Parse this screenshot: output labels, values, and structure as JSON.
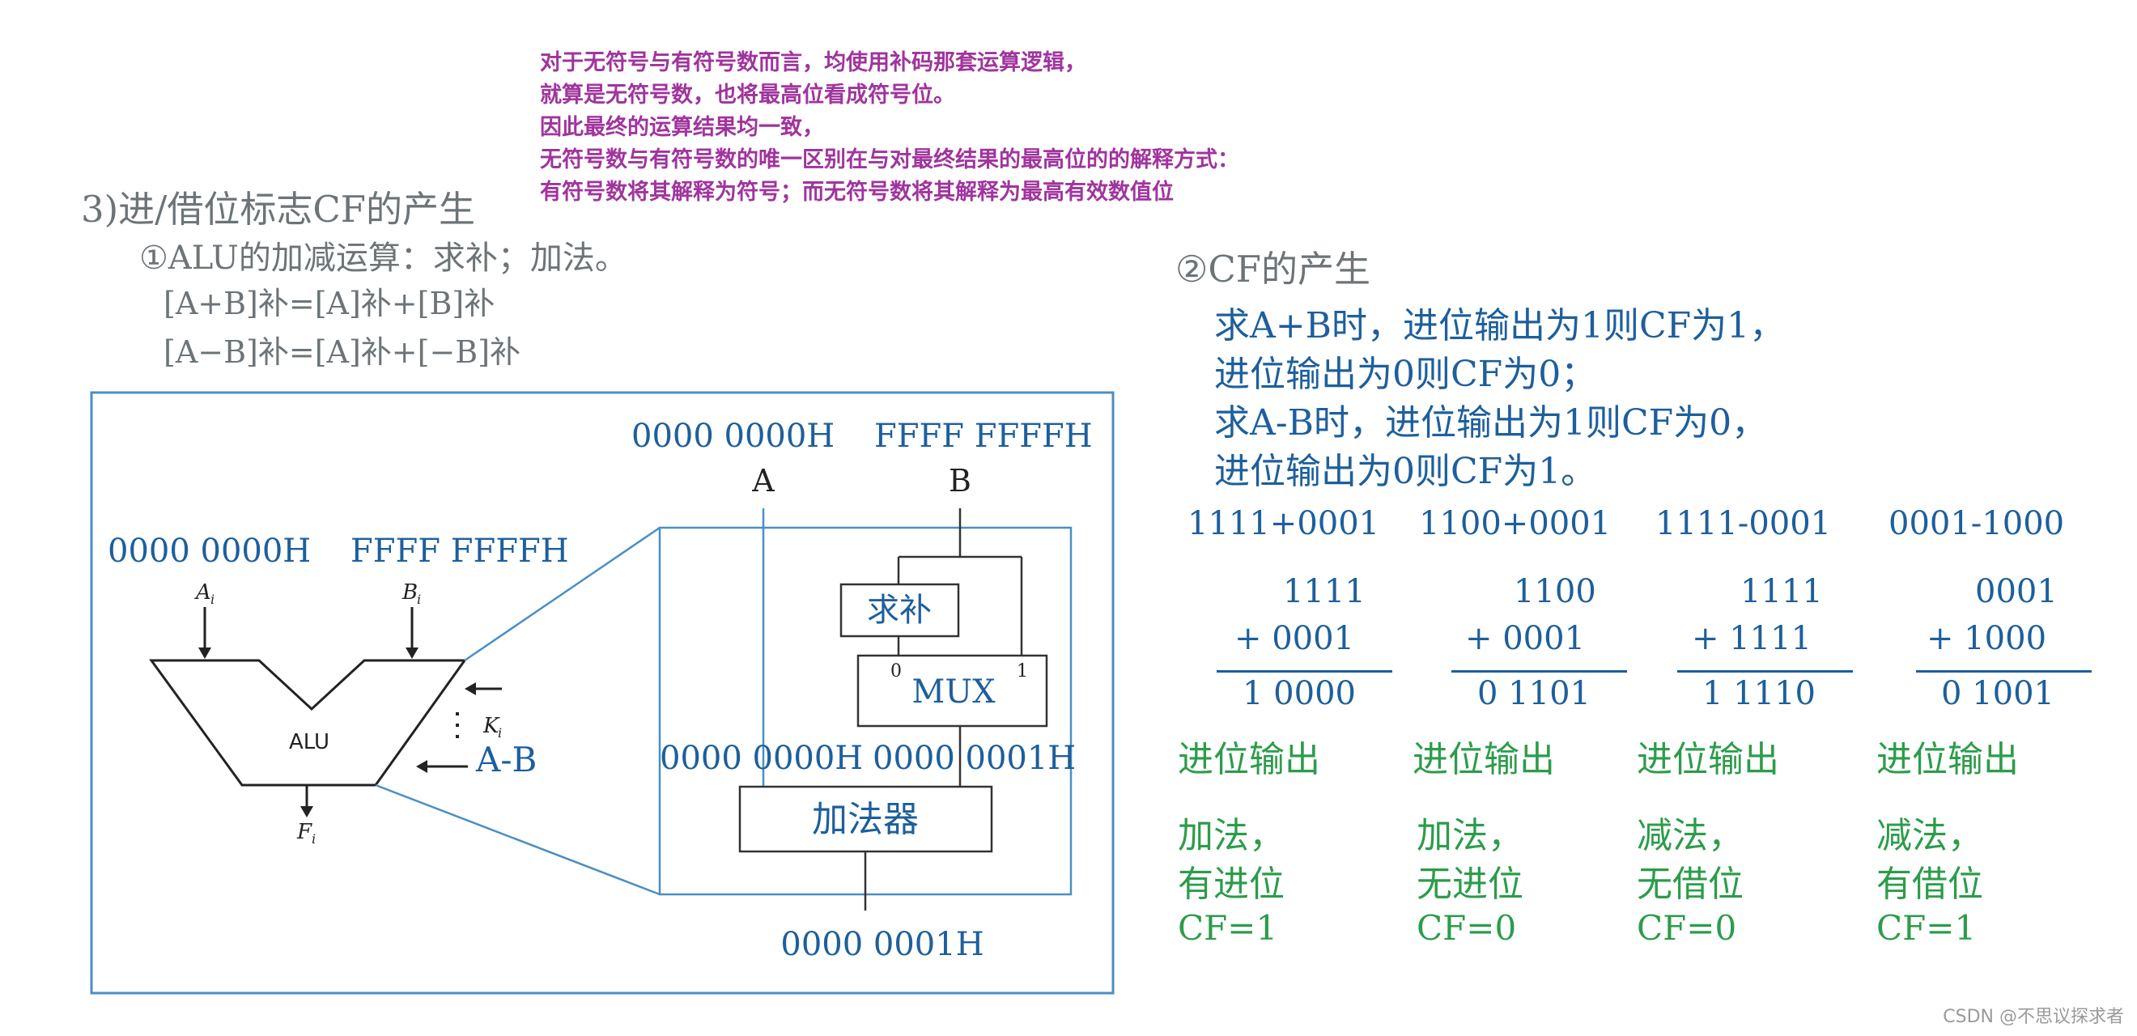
{
  "note_lines": [
    "对于无符号与有符号数而言，均使用补码那套运算逻辑，",
    "就算是无符号数，也将最高位看成符号位。",
    "因此最终的运算结果均一致，",
    "无符号数与有符号数的唯一区别在与对最终结果的最高位的的解释方式：",
    "有符号数将其解释为符号；而无符号数将其解释为最高有效数值位"
  ],
  "left": {
    "section_title": "3)进/借位标志CF的产生",
    "subtitle": "①ALU的加减运算：求补；加法。",
    "formula1": "[A+B]补=[A]补+[B]补",
    "formula2": "[A−B]补=[A]补+[−B]补"
  },
  "diagram": {
    "alu": {
      "input_a_value": "0000 0000H",
      "input_b_value": "FFFF FFFFH",
      "a_label": "A",
      "a_sub": "i",
      "b_label": "B",
      "b_sub": "i",
      "k_label": "K",
      "k_sub": "i",
      "f_label": "F",
      "f_sub": "i",
      "alu_label": "ALU",
      "op_label": "A-B"
    },
    "detail": {
      "a_value": "0000 0000H",
      "b_value": "FFFF FFFFH",
      "a_label": "A",
      "b_label": "B",
      "complement_label": "求补",
      "mux_label": "MUX",
      "mux_in0": "0",
      "mux_in1": "1",
      "adder_in_a": "0000 0000H",
      "adder_in_b": "0000 0001H",
      "adder_label": "加法器",
      "output_value": "0000 0001H"
    }
  },
  "right": {
    "title": "②CF的产生",
    "lines": [
      "求A+B时，进位输出为1则CF为1，",
      "进位输出为0则CF为0；",
      "求A-B时，进位输出为1则CF为0，",
      "进位输出为0则CF为1。"
    ],
    "examples": [
      {
        "expr": "1111+0001",
        "top": "1111",
        "bottom": "+ 0001",
        "result": "1 0000",
        "carry_label": "进位输出",
        "op": "加法，",
        "borrow": "有进位",
        "cf": "CF=1"
      },
      {
        "expr": "1100+0001",
        "top": "1100",
        "bottom": "+ 0001",
        "result": "0 1101",
        "carry_label": "进位输出",
        "op": "加法，",
        "borrow": "无进位",
        "cf": "CF=0"
      },
      {
        "expr": "1111-0001",
        "top": "1111",
        "bottom": "+ 1111",
        "result": "1 1110",
        "carry_label": "进位输出",
        "op": "减法，",
        "borrow": "无借位",
        "cf": "CF=0"
      },
      {
        "expr": "0001-1000",
        "top": "0001",
        "bottom": "+ 1000",
        "result": "0 1001",
        "carry_label": "进位输出",
        "op": "减法，",
        "borrow": "有借位",
        "cf": "CF=1"
      }
    ]
  },
  "watermark": "CSDN @不思议探求者",
  "colors": {
    "note": "#a0349e",
    "blue": "#1d5f9c",
    "green": "#2c9c4a",
    "gray": "#6c7478"
  }
}
